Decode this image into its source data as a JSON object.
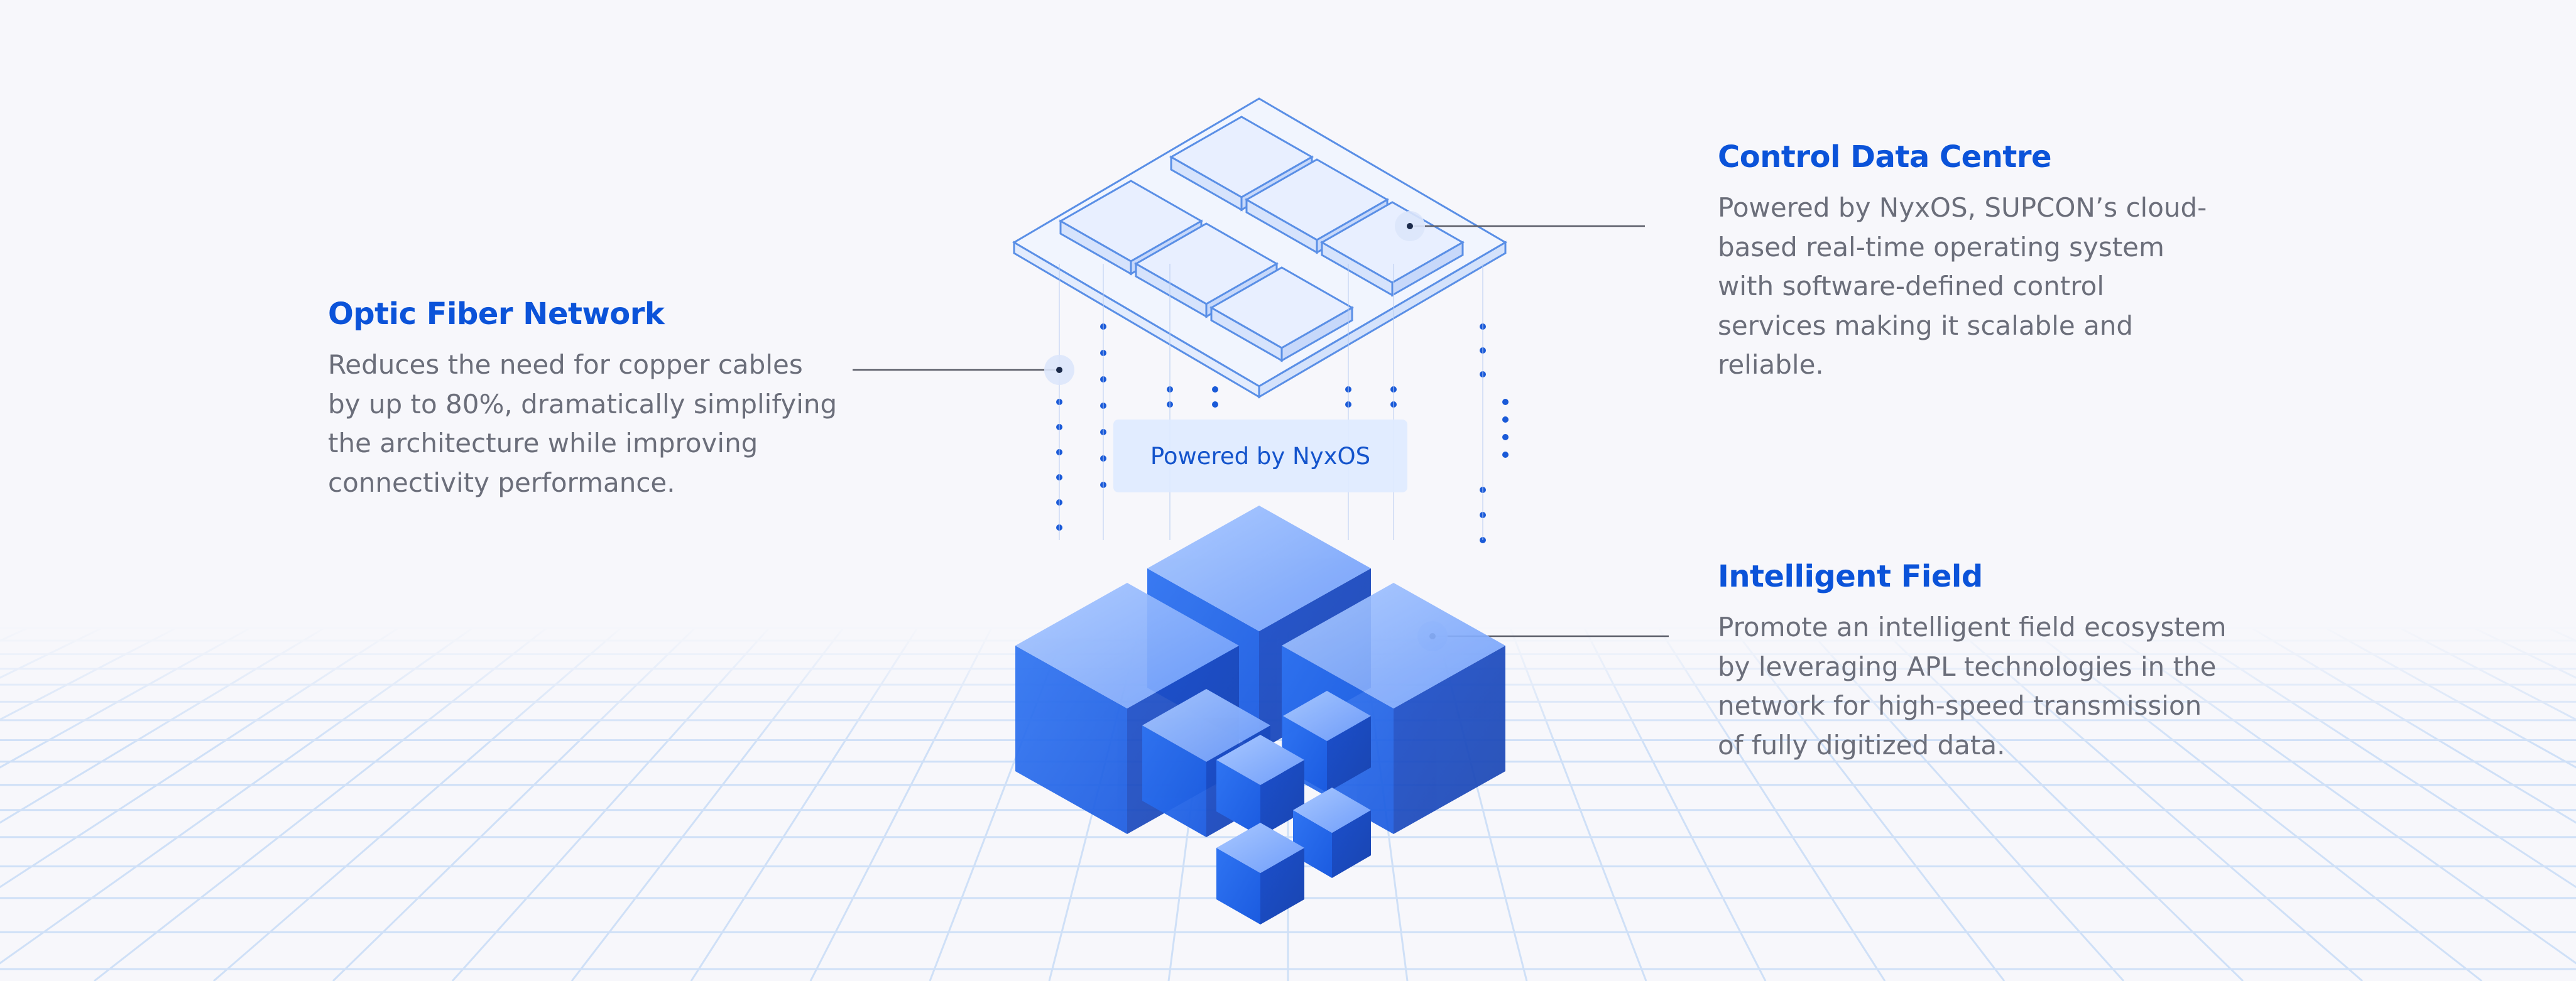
{
  "badge": {
    "label": "Powered by NyxOS"
  },
  "callouts": {
    "fiber": {
      "title": "Optic Fiber Network",
      "lines": [
        "Reduces the need for copper cables",
        "by up to 80%, dramatically simplifying",
        "the architecture while improving",
        "connectivity performance."
      ]
    },
    "control": {
      "title": "Control Data Centre",
      "lines": [
        "Powered by NyxOS, SUPCON’s cloud-",
        "based real-time operating system",
        "with software-defined control",
        "services making it scalable and",
        "reliable."
      ]
    },
    "field": {
      "title": "Intelligent Field",
      "lines": [
        "Promote an intelligent field ecosystem",
        "by leveraging APL technologies in the",
        "network for high-speed transmission",
        "of fully digitized data."
      ]
    }
  },
  "colors": {
    "accent": "#0b53d9",
    "body_text": "#6b6e7a",
    "cube_front": "#1e63e6",
    "cube_side": "#1546b8",
    "cube_top": "#8fb6ff",
    "panel_outline": "#5a8fe6",
    "grid_line": "#cfe0f7"
  }
}
